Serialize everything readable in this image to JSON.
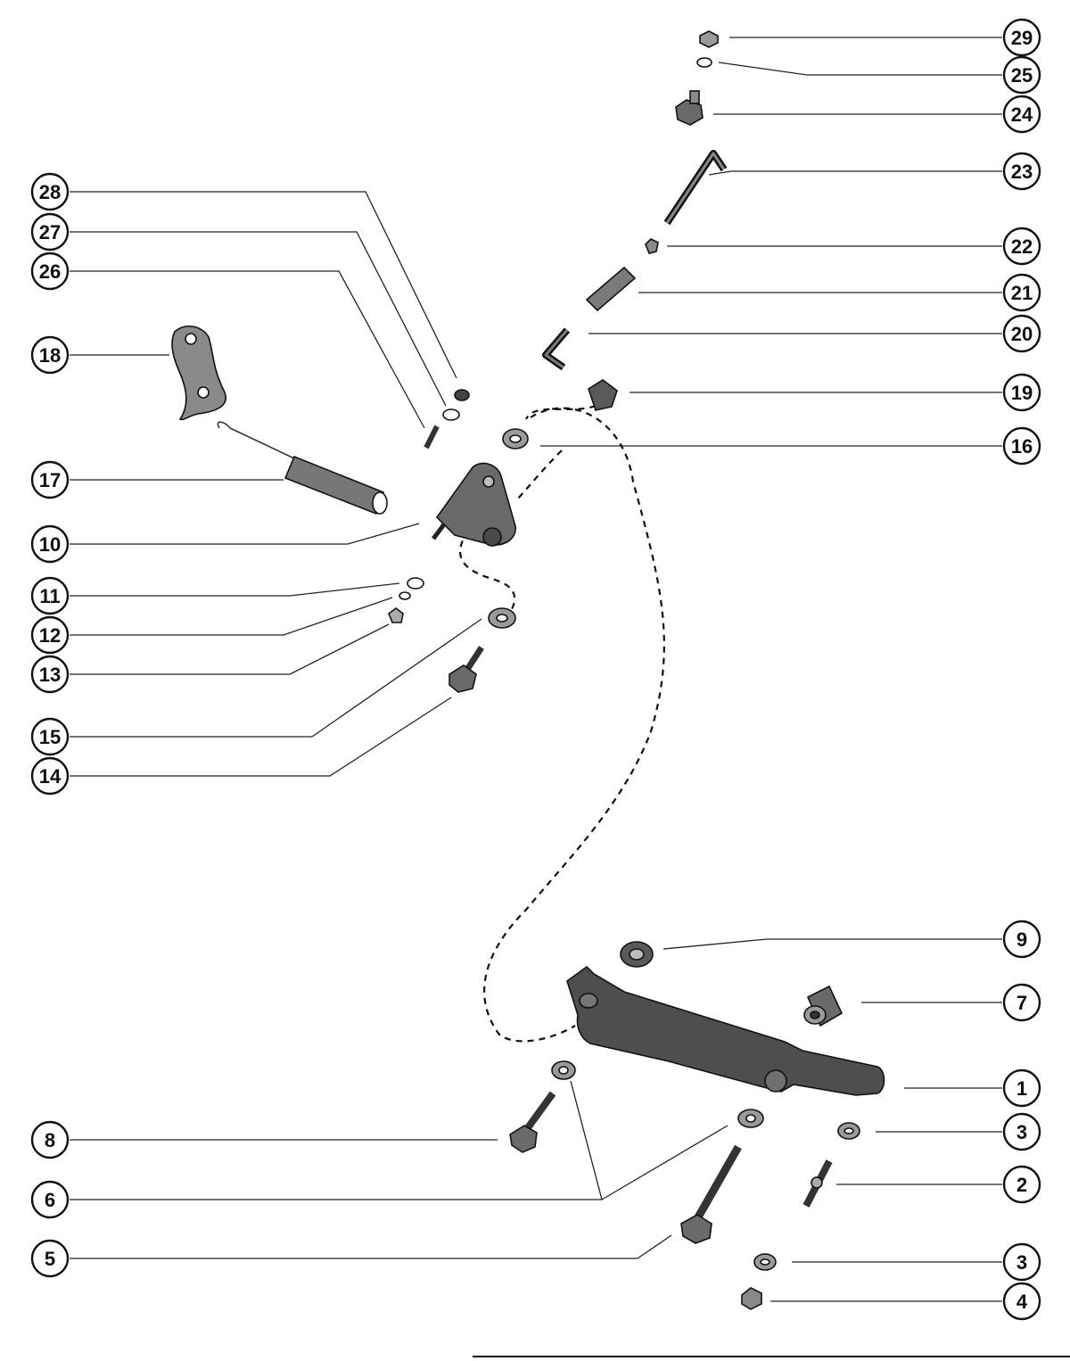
{
  "diagram": {
    "callouts": [
      {
        "id": "c29",
        "label": "29"
      },
      {
        "id": "c25",
        "label": "25"
      },
      {
        "id": "c24",
        "label": "24"
      },
      {
        "id": "c23",
        "label": "23"
      },
      {
        "id": "c22",
        "label": "22"
      },
      {
        "id": "c21",
        "label": "21"
      },
      {
        "id": "c20",
        "label": "20"
      },
      {
        "id": "c19",
        "label": "19"
      },
      {
        "id": "c16",
        "label": "16"
      },
      {
        "id": "c28",
        "label": "28"
      },
      {
        "id": "c27",
        "label": "27"
      },
      {
        "id": "c26",
        "label": "26"
      },
      {
        "id": "c18",
        "label": "18"
      },
      {
        "id": "c17",
        "label": "17"
      },
      {
        "id": "c10",
        "label": "10"
      },
      {
        "id": "c11",
        "label": "11"
      },
      {
        "id": "c12",
        "label": "12"
      },
      {
        "id": "c13",
        "label": "13"
      },
      {
        "id": "c15",
        "label": "15"
      },
      {
        "id": "c14",
        "label": "14"
      },
      {
        "id": "c9",
        "label": "9"
      },
      {
        "id": "c7",
        "label": "7"
      },
      {
        "id": "c1",
        "label": "1"
      },
      {
        "id": "c3a",
        "label": "3"
      },
      {
        "id": "c2",
        "label": "2"
      },
      {
        "id": "c3b",
        "label": "3"
      },
      {
        "id": "c4",
        "label": "4"
      },
      {
        "id": "c8",
        "label": "8"
      },
      {
        "id": "c6",
        "label": "6"
      },
      {
        "id": "c5",
        "label": "5"
      }
    ]
  },
  "colors": {
    "ink": "#111111",
    "part_fill": "#555555",
    "part_light": "#8a8a8a",
    "background": "#ffffff"
  }
}
